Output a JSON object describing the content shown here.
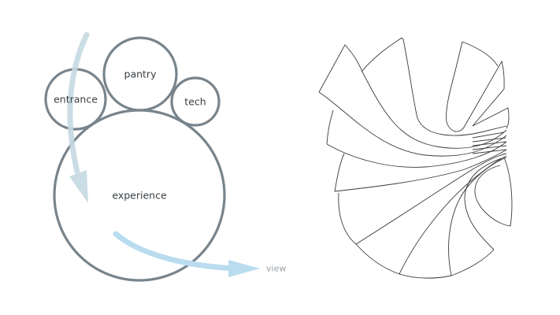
{
  "bubble_diagram": {
    "circles": [
      {
        "id": "entrance",
        "label": "entrance"
      },
      {
        "id": "pantry",
        "label": "pantry"
      },
      {
        "id": "tech",
        "label": "tech"
      },
      {
        "id": "experience",
        "label": "experience"
      }
    ],
    "flow_label": "view"
  },
  "colors": {
    "circle_stroke": "#78848c",
    "arrow_entry": "#c5d9e2",
    "arrow_view": "#b9dcef",
    "sketch_stroke": "#3a3a3a"
  }
}
